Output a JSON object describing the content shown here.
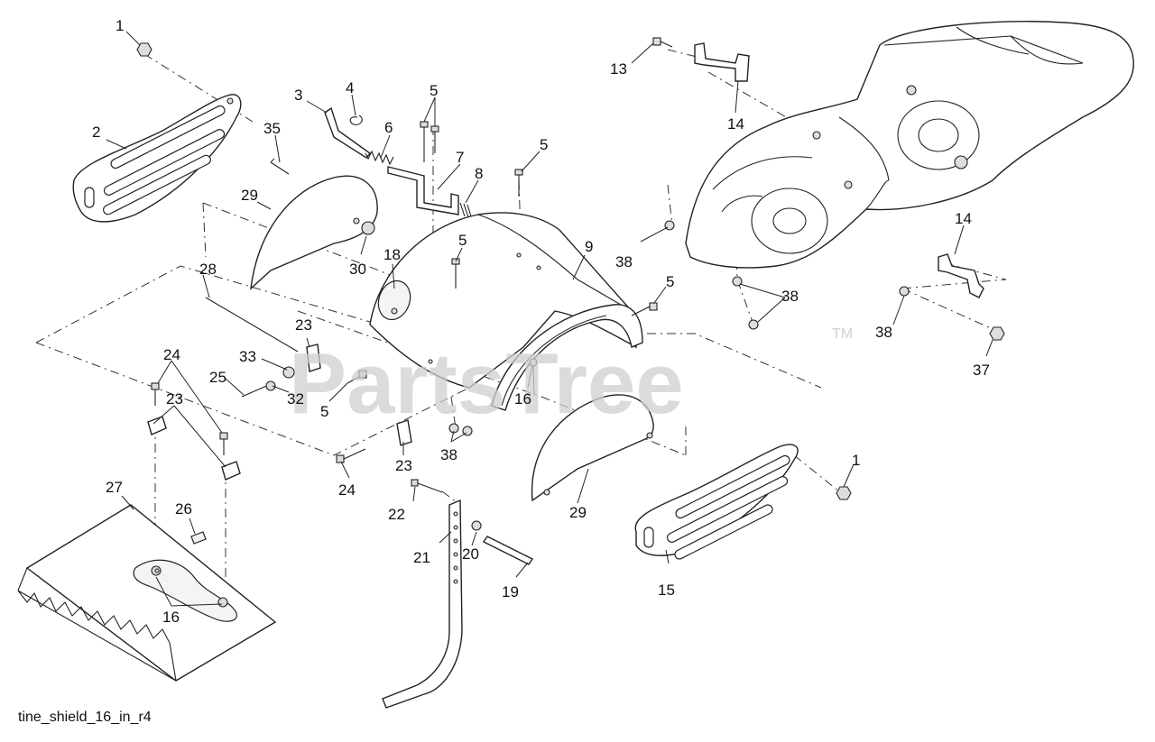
{
  "diagram": {
    "caption": "tine_shield_16_in_r4",
    "watermark": "PartsTree",
    "watermark_mark": "TM",
    "callouts": {
      "c1a": "1",
      "c1b": "1",
      "c2": "2",
      "c3": "3",
      "c4": "4",
      "c5a": "5",
      "c5b": "5",
      "c5c": "5",
      "c5d": "5",
      "c5e": "5",
      "c6": "6",
      "c7": "7",
      "c8": "8",
      "c9": "9",
      "c13": "13",
      "c14a": "14",
      "c14b": "14",
      "c15": "15",
      "c16a": "16",
      "c16b": "16",
      "c18": "18",
      "c19": "19",
      "c20": "20",
      "c21": "21",
      "c22": "22",
      "c23a": "23",
      "c23b": "23",
      "c23c": "23",
      "c24a": "24",
      "c24b": "24",
      "c25": "25",
      "c26": "26",
      "c27": "27",
      "c28": "28",
      "c29a": "29",
      "c29b": "29",
      "c30": "30",
      "c32": "32",
      "c33": "33",
      "c35": "35",
      "c37": "37",
      "c38a": "38",
      "c38b": "38",
      "c38c": "38",
      "c38d": "38"
    }
  }
}
